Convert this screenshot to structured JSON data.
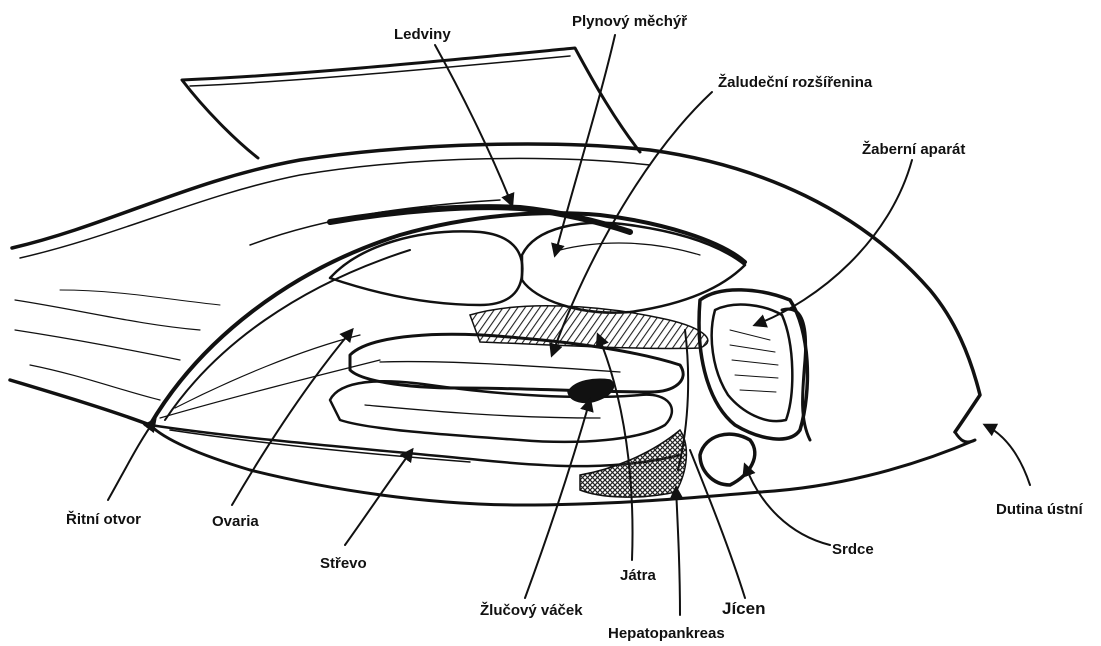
{
  "labels": {
    "ledviny": "Ledviny",
    "plynovy_mechyr": "Plynový měchýř",
    "zaludecni_rozsirenina": "Žaludeční rozšířenina",
    "zaberni_aparat": "Žaberní aparát",
    "ritni_otvor": "Řitní otvor",
    "ovaria": "Ovaria",
    "strevo": "Střevo",
    "zlucovy_vacek": "Žlučový váček",
    "jatra": "Játra",
    "hepatopankreas": "Hepatopankreas",
    "jicen": "Jícen",
    "srdce": "Srdce",
    "dutina_ustni": "Dutina ústní"
  },
  "colors": {
    "ink": "#111111",
    "paper": "#ffffff"
  }
}
